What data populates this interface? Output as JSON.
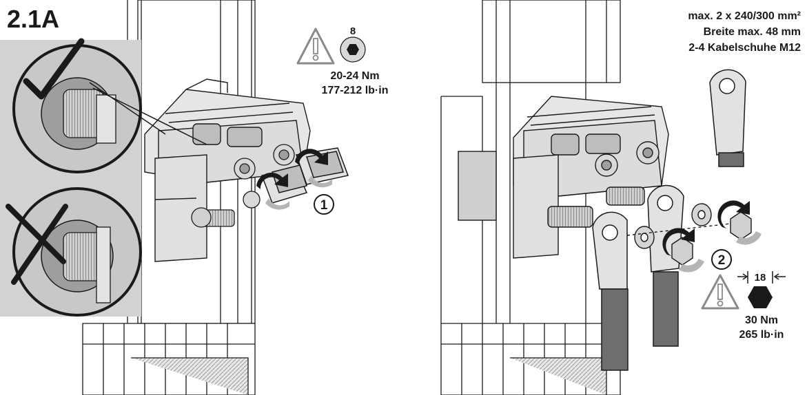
{
  "step": {
    "title": "2.1A"
  },
  "left_panel": {
    "tool_size": "8",
    "torque_nm": "20-24 Nm",
    "torque_lbin": "177-212 lb·in",
    "callout": "1"
  },
  "right_panel": {
    "spec_lines": [
      "max. 2 x 240/300 mm²",
      "Breite max. 48 mm",
      "2-4 Kabelschuhe M12"
    ],
    "callout": "2",
    "wrench_size": "18",
    "torque_nm": "30 Nm",
    "torque_lbin": "265 lb·in"
  },
  "icons": {
    "correct": "check-mark-icon",
    "wrong": "cross-mark-icon",
    "warning": "warning-triangle-icon",
    "hex_socket": "hex-socket-icon",
    "hex_nut": "hex-nut-icon",
    "rotate": "rotate-arrow-icon"
  },
  "colors": {
    "line": "#1a1a1a",
    "metal": "#dcdcdc",
    "panel_bg": "#d2d2d2",
    "cable": "#6e6e6e",
    "warning": "#8a8a8a"
  }
}
